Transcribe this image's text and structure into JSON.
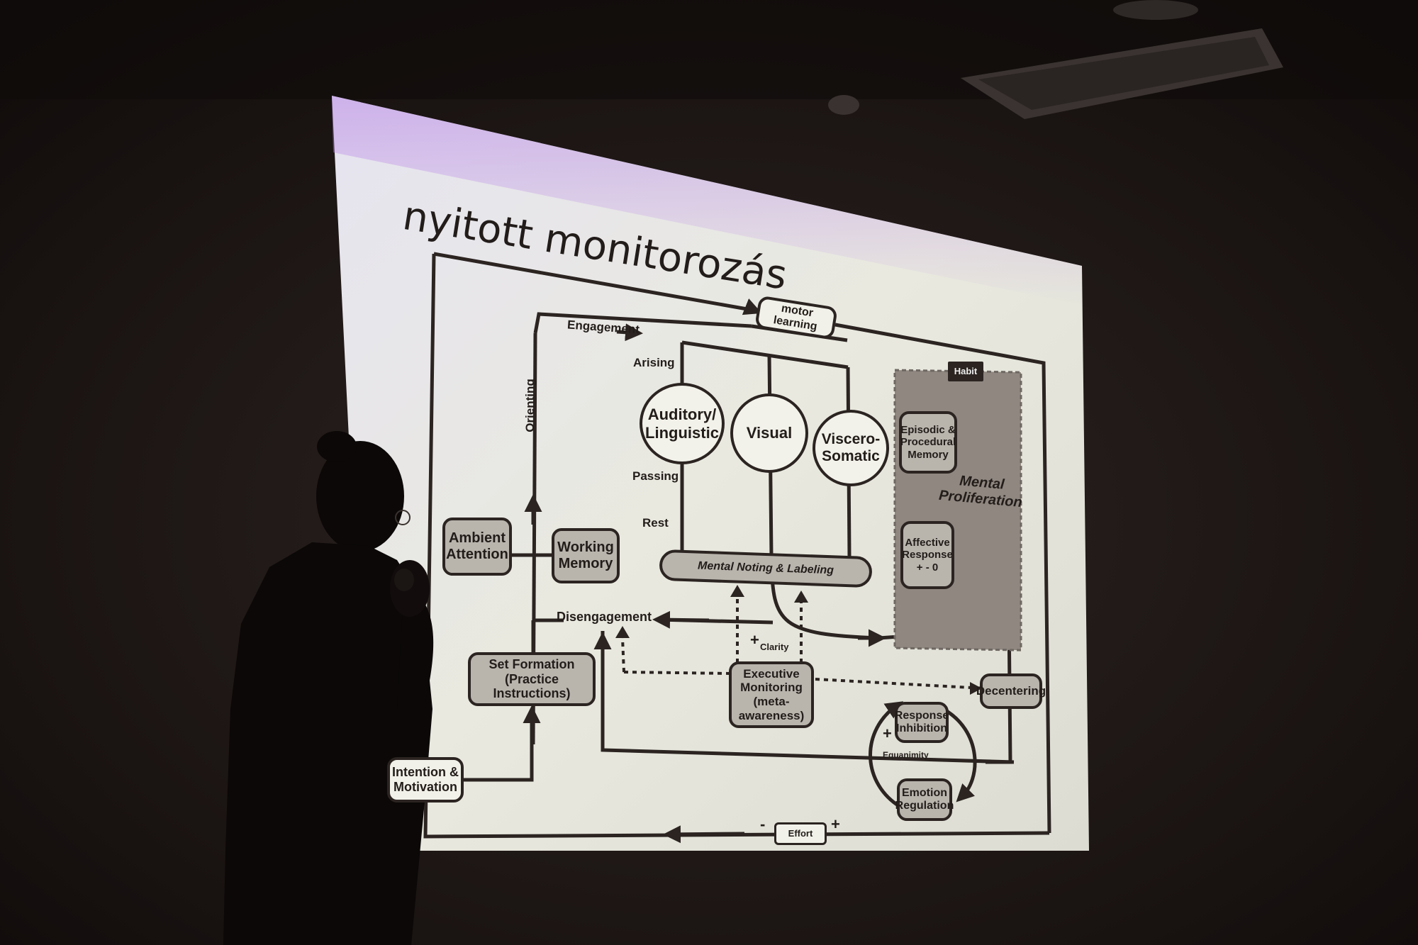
{
  "slide": {
    "title": "nyitott monitorozás"
  },
  "diagram": {
    "nodes": {
      "motor_learning": "motor learning",
      "habit": "Habit",
      "auditory": "Auditory/\nLinguistic",
      "visual": "Visual",
      "viscero": "Viscero-\nSomatic",
      "episodic": "Episodic &\nProcedural\nMemory",
      "mental_proliferation": "Mental\nProliferation",
      "affective": "Affective\nResponse\n+ - 0",
      "ambient": "Ambient\nAttention",
      "working": "Working\nMemory",
      "mental_noting": "Mental Noting & Labeling",
      "set_formation": "Set Formation\n(Practice Instructions)",
      "executive": "Executive\nMonitoring\n(meta-awareness)",
      "decentering": "Decentering",
      "response_inhibition": "Response\nInhibition",
      "emotion_regulation": "Emotion\nRegulation",
      "intention": "Intention &\nMotivation",
      "effort": "Effort"
    },
    "labels": {
      "engagement": "Engagement",
      "orienting": "Orienting",
      "arising": "Arising",
      "passing": "Passing",
      "rest": "Rest",
      "disengagement": "Disengagement",
      "clarity": "Clarity",
      "equanimity": "Equanimity",
      "plus": "+",
      "minus": "-"
    }
  }
}
